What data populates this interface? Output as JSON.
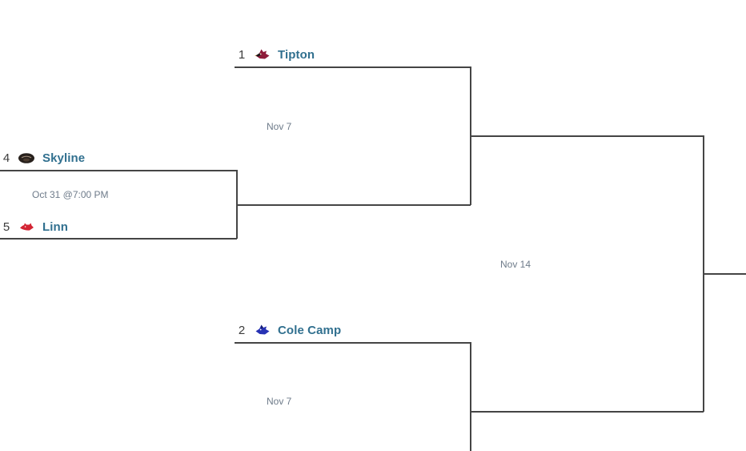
{
  "bracket": {
    "matches": {
      "play_in": {
        "date": "Oct 31 @7:00 PM",
        "top": {
          "seed": "4",
          "name": "Skyline"
        },
        "bottom": {
          "seed": "5",
          "name": "Linn"
        }
      },
      "semi_top": {
        "date": "Nov 7",
        "top": {
          "seed": "1",
          "name": "Tipton"
        }
      },
      "semi_bottom": {
        "date": "Nov 7",
        "top": {
          "seed": "2",
          "name": "Cole Camp"
        }
      },
      "final": {
        "date": "Nov 14"
      }
    },
    "colors": {
      "team_name": "#31708f",
      "seed": "#3c3c3c",
      "date": "#6e7b8a",
      "line": "#454545",
      "tipton_logo": "#8e1b3a",
      "skyline_logo": "#27201c",
      "linn_logo": "#d32433",
      "cole_camp_logo": "#2732b4"
    }
  }
}
